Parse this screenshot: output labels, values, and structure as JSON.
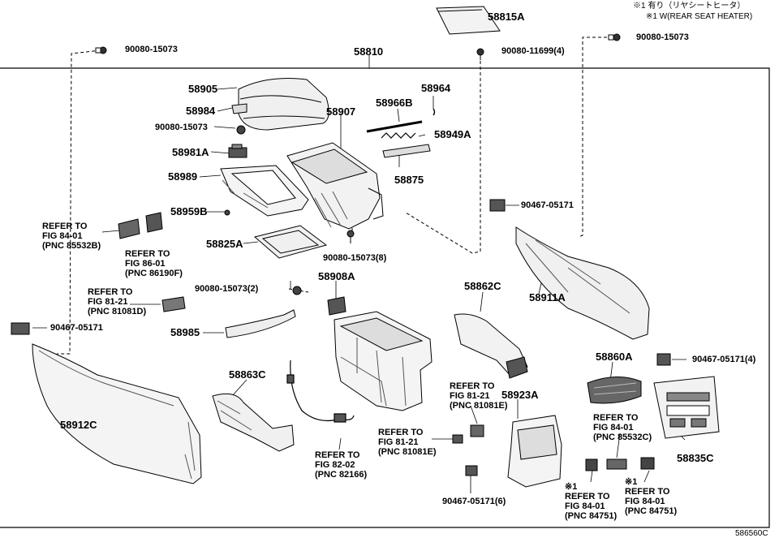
{
  "notes": {
    "line1": "※1 有り（リヤシートヒータ）",
    "line2": "※1 W(REAR SEAT HEATER)"
  },
  "illustration_id": "586560C",
  "main_assembly": "58810",
  "parts": {
    "p58815A": "58815A",
    "p58905": "58905",
    "p58984": "58984",
    "p58981A": "58981A",
    "p58989": "58989",
    "p58959B": "58959B",
    "p58825A": "58825A",
    "p58907": "58907",
    "p58966B": "58966B",
    "p58964": "58964",
    "p58949A": "58949A",
    "p58875": "58875",
    "p58908A": "58908A",
    "p58985": "58985",
    "p58862C": "58862C",
    "p58863C": "58863C",
    "p58912C": "58912C",
    "p58911A": "58911A",
    "p58860A": "58860A",
    "p58923A": "58923A",
    "p58835C": "58835C"
  },
  "fasteners": {
    "f1": "90080-15073",
    "f2": "90080-11699(4)",
    "f3": "90080-15073",
    "f4": "90080-15073",
    "f5": "90080-15073(8)",
    "f6": "90080-15073(2)",
    "f7": "90467-05171",
    "f8": "90467-05171",
    "f9": "90467-05171(4)",
    "f10": "90467-05171(6)"
  },
  "refs": {
    "r1": {
      "a": "REFER TO",
      "b": "FIG 84-01",
      "c": "(PNC 85532B)"
    },
    "r2": {
      "a": "REFER TO",
      "b": "FIG 86-01",
      "c": "(PNC 86190F)"
    },
    "r3": {
      "a": "REFER TO",
      "b": "FIG 81-21",
      "c": "(PNC 81081D)"
    },
    "r4": {
      "a": "REFER TO",
      "b": "FIG 82-02",
      "c": "(PNC 82166)"
    },
    "r5": {
      "a": "REFER TO",
      "b": "FIG 81-21",
      "c": "(PNC 81081E)"
    },
    "r6": {
      "a": "REFER TO",
      "b": "FIG 81-21",
      "c": "(PNC 81081E)"
    },
    "r7": {
      "a": "REFER TO",
      "b": "FIG 84-01",
      "c": "(PNC 85532C)"
    },
    "r8": {
      "m": "※1",
      "a": "REFER TO",
      "b": "FIG 84-01",
      "c": "(PNC 84751)"
    },
    "r9": {
      "m": "※1",
      "a": "REFER TO",
      "b": "FIG 84-01",
      "c": "(PNC 84751)"
    }
  }
}
